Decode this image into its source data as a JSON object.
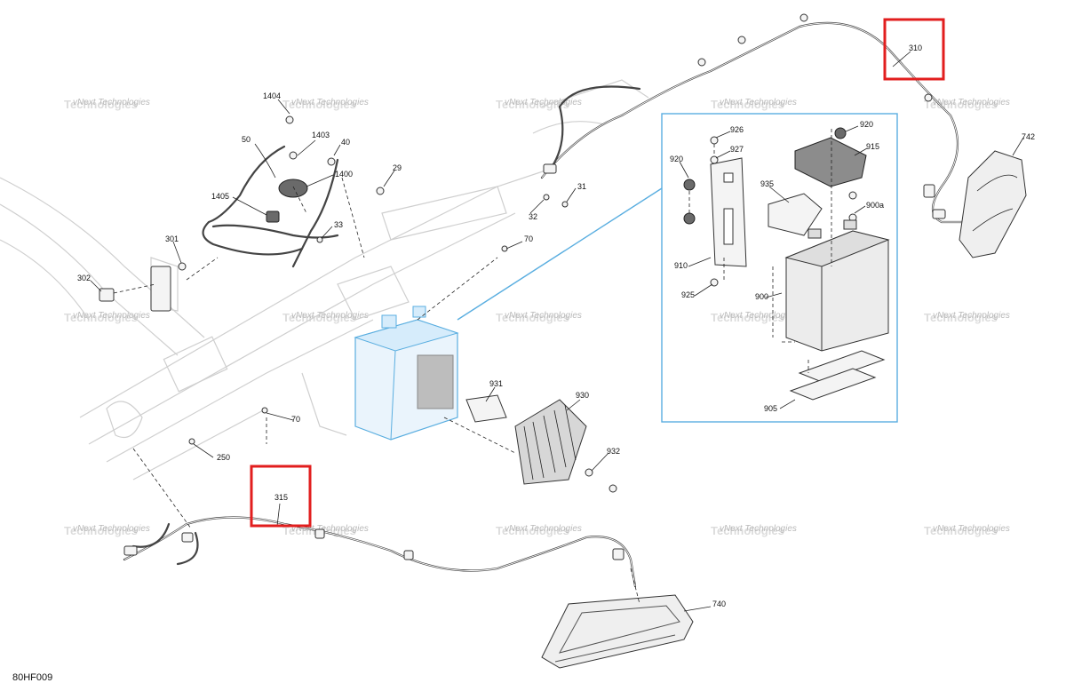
{
  "diagram_code": "80HF009",
  "watermark": {
    "line1": "vNext Technologies",
    "line2": "Technologies"
  },
  "labels": {
    "p1404": "1404",
    "p1403": "1403",
    "p50": "50",
    "p40": "40",
    "p1400": "1400",
    "p29": "29",
    "p1405": "1405",
    "p33": "33",
    "p301": "301",
    "p302": "302",
    "p31": "31",
    "p32": "32",
    "p70a": "70",
    "p70b": "70",
    "p250": "250",
    "p310": "310",
    "p315": "315",
    "p742": "742",
    "p740": "740",
    "p931": "931",
    "p930": "930",
    "p932": "932",
    "p926": "926",
    "p927": "927",
    "p920a": "920",
    "p920b": "920",
    "p915": "915",
    "p935": "935",
    "p900a": "900a",
    "p910": "910",
    "p925": "925",
    "p900": "900",
    "p905": "905"
  },
  "highlight_color": "#e21e1e",
  "detail_frame_color": "#5aaee0",
  "highlighted_parts": [
    "310",
    "315"
  ]
}
